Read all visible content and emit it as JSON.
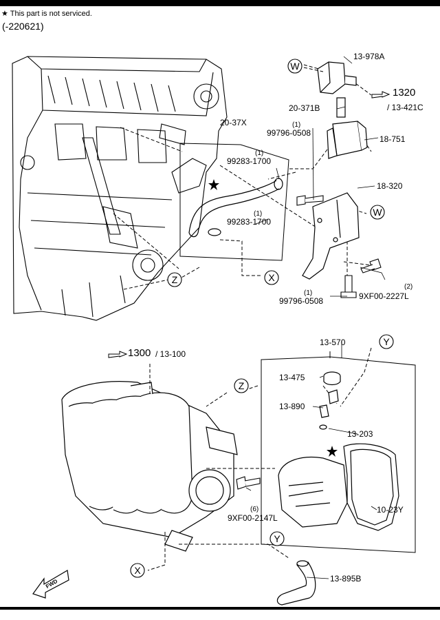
{
  "header": {
    "note_star": "★",
    "note_text": "This part is not serviced.",
    "date_range": "(-220621)"
  },
  "refs": {
    "W": "W",
    "X": "X",
    "Y": "Y",
    "Z": "Z"
  },
  "parts": {
    "p13_978A": "13-978A",
    "p1320": "1320",
    "p13_421C": "/ 13-421C",
    "p20_371B": "20-371B",
    "p99796_0508_top_qty": "(1)",
    "p99796_0508_top": "99796-0508",
    "p18_751": "18-751",
    "p20_37X": "20-37X",
    "p99283_1700_a_qty": "(1)",
    "p99283_1700_a": "99283-1700",
    "p18_320": "18-320",
    "p99283_1700_b_qty": "(1)",
    "p99283_1700_b": "99283-1700",
    "p9XF00_2227L_qty": "(2)",
    "p9XF00_2227L": "9XF00-2227L",
    "p99796_0508_bot_qty": "(1)",
    "p99796_0508_bot": "99796-0508",
    "p13_570": "13-570",
    "p1300": "1300",
    "p13_100": "/ 13-100",
    "p13_475": "13-475",
    "p13_890": "13-890",
    "p13_203": "13-203",
    "p10_23Y": "10-23Y",
    "p9XF00_2147L_qty": "(6)",
    "p9XF00_2147L": "9XF00-2147L",
    "p13_895B": "13-895B"
  },
  "fwd_label": "FWD"
}
